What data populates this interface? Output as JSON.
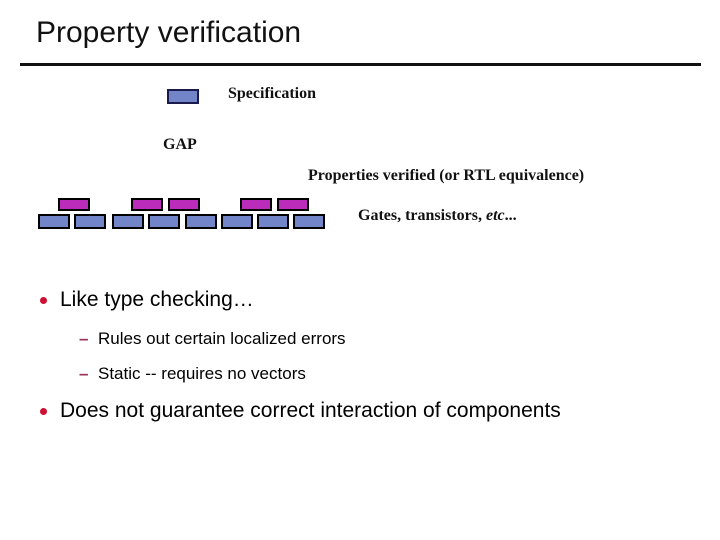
{
  "slide": {
    "title": "Property verification",
    "diagram": {
      "specification_label": "Specification",
      "gap_label": "GAP",
      "properties_label": "Properties verified (or RTL equivalence)",
      "gates_prefix": "Gates, transistors, ",
      "gates_etc": "etc",
      "gates_suffix": "...",
      "magenta_boxes_x": [
        58,
        131,
        168,
        240,
        277
      ],
      "blue_boxes_x": [
        38,
        74,
        112,
        148,
        185,
        221,
        257,
        293
      ]
    },
    "bullets": [
      {
        "level": 1,
        "text": "Like type checking…"
      },
      {
        "level": 2,
        "text": "Rules out certain localized errors"
      },
      {
        "level": 2,
        "text": "Static -- requires no vectors"
      },
      {
        "level": 1,
        "text": "Does not guarantee correct interaction of components"
      }
    ],
    "colors": {
      "blue_fill": "#7385c9",
      "blue_border": "#1a1a4d",
      "magenta_fill": "#bb2cbb",
      "box_border": "#000000",
      "bullet_dot": "#cc1133",
      "sub_dash": "#993355"
    }
  }
}
